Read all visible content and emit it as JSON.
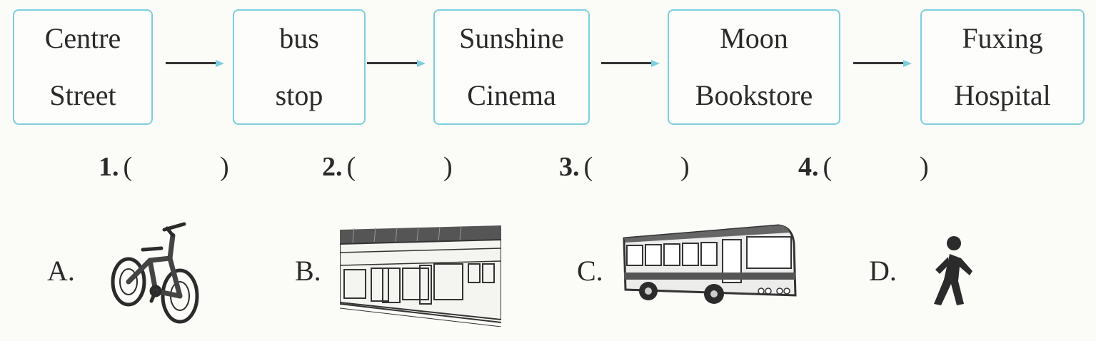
{
  "route": [
    {
      "line1": "Centre",
      "line2": "Street"
    },
    {
      "line1": "bus",
      "line2": "stop"
    },
    {
      "line1": "Sunshine",
      "line2": "Cinema"
    },
    {
      "line1": "Moon",
      "line2": "Bookstore"
    },
    {
      "line1": "Fuxing",
      "line2": "Hospital"
    }
  ],
  "blanks": [
    {
      "number": "1.",
      "open": "(",
      "close": ")"
    },
    {
      "number": "2.",
      "open": "(",
      "close": ")"
    },
    {
      "number": "3.",
      "open": "(",
      "close": ")"
    },
    {
      "number": "4.",
      "open": "(",
      "close": ")"
    }
  ],
  "options": [
    {
      "letter": "A.",
      "icon": "bicycle-icon"
    },
    {
      "letter": "B.",
      "icon": "train-station-icon"
    },
    {
      "letter": "C.",
      "icon": "bus-icon"
    },
    {
      "letter": "D.",
      "icon": "walking-person-icon"
    }
  ],
  "colors": {
    "box_border": "#7ccfde",
    "arrow_head": "#7ccfde",
    "text": "#2a2a2a"
  }
}
